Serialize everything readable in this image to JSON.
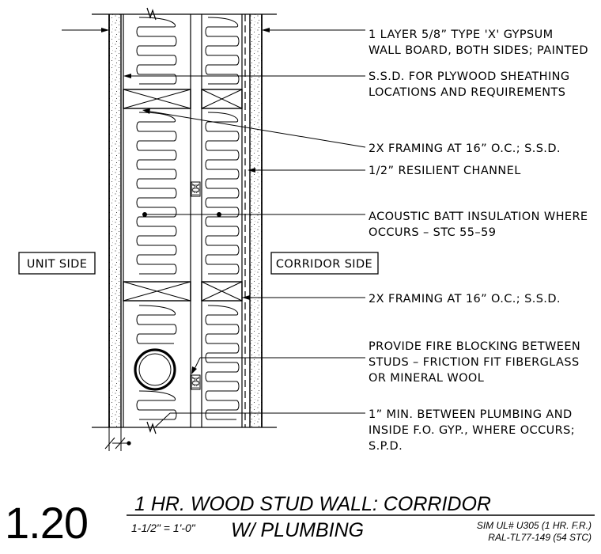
{
  "notes": [
    {
      "id": "gypsum",
      "lines": [
        "1 LAYER 5/8” TYPE 'X' GYPSUM",
        "WALL BOARD, BOTH SIDES; PAINTED"
      ]
    },
    {
      "id": "sheathing",
      "lines": [
        "S.S.D. FOR PLYWOOD SHEATHING",
        "LOCATIONS AND REQUIREMENTS"
      ]
    },
    {
      "id": "framing-top",
      "lines": [
        "2X FRAMING AT 16” O.C.; S.S.D."
      ]
    },
    {
      "id": "resilient",
      "lines": [
        "1/2” RESILIENT CHANNEL"
      ]
    },
    {
      "id": "insulation",
      "lines": [
        "ACOUSTIC BATT INSULATION WHERE",
        "OCCURS – STC 55–59"
      ]
    },
    {
      "id": "framing-bottom",
      "lines": [
        "2X FRAMING AT 16” O.C.; S.S.D."
      ]
    },
    {
      "id": "fireblock",
      "lines": [
        "PROVIDE FIRE BLOCKING BETWEEN",
        "STUDS – FRICTION FIT FIBERGLASS",
        "OR MINERAL WOOL"
      ]
    },
    {
      "id": "plumbing",
      "lines": [
        "1” MIN. BETWEEN PLUMBING AND",
        "INSIDE F.O. GYP., WHERE OCCURS;",
        "S.P.D."
      ]
    }
  ],
  "labels": {
    "unit_side": "UNIT SIDE",
    "corridor_side": "CORRIDOR SIDE"
  },
  "title_block": {
    "detail_number": "1.20",
    "title_line1": "1 HR. WOOD STUD WALL: CORRIDOR",
    "title_line2": "W/ PLUMBING",
    "scale": "1-1/2\" = 1'-0\"",
    "reference_line1": "SIM UL# U305 (1 HR. F.R.)",
    "reference_line2": "RAL-TL77-149 (54 STC)"
  }
}
